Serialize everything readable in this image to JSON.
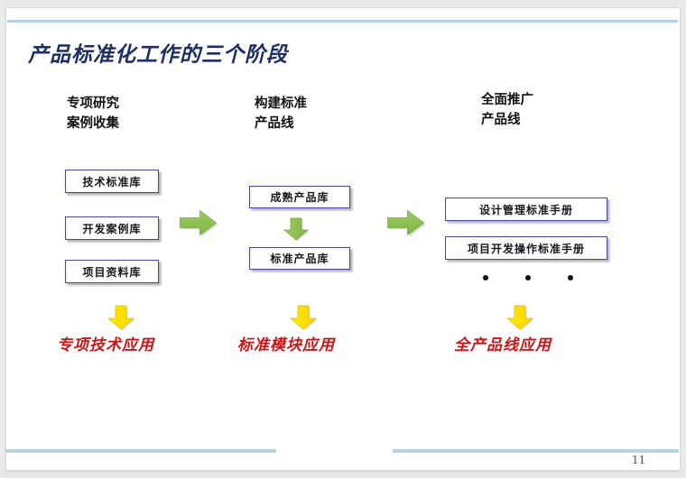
{
  "slide": {
    "title": "产品标准化工作的三个阶段",
    "page_number": "11",
    "title_color": "#1b2f66",
    "rule_color": "#b9d3e3",
    "box_border_color": "#4646a8",
    "arrow_green_color": "#8cc152",
    "arrow_yellow_color": "#ffee00",
    "outcome_color": "#cc1414"
  },
  "columns": [
    {
      "heading_line1": "专项研究",
      "heading_line2": "案例收集",
      "boxes": [
        {
          "label": "技术标准库"
        },
        {
          "label": "开发案例库"
        },
        {
          "label": "项目资料库"
        }
      ],
      "outcome": "专项技术应用"
    },
    {
      "heading_line1": "构建标准",
      "heading_line2": "产品线",
      "boxes": [
        {
          "label": "成熟产品库"
        },
        {
          "label": "标准产品库"
        }
      ],
      "outcome": "标准模块应用"
    },
    {
      "heading_line1": "全面推广",
      "heading_line2": "产品线",
      "boxes": [
        {
          "label": "设计管理标准手册"
        },
        {
          "label": "项目开发操作标准手册"
        }
      ],
      "ellipsis_dots": 3,
      "outcome": "全产品线应用"
    }
  ]
}
